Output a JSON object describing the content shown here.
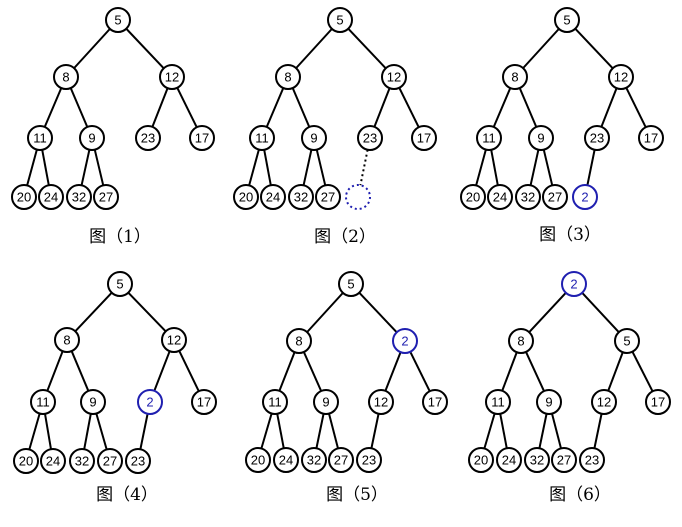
{
  "panels": [
    {
      "caption": "图（1）",
      "nodes": [
        {
          "id": "a",
          "label": "5"
        },
        {
          "id": "b",
          "label": "8"
        },
        {
          "id": "c",
          "label": "12"
        },
        {
          "id": "d",
          "label": "11"
        },
        {
          "id": "e",
          "label": "9"
        },
        {
          "id": "f",
          "label": "23"
        },
        {
          "id": "g",
          "label": "17"
        },
        {
          "id": "h",
          "label": "20"
        },
        {
          "id": "i",
          "label": "24"
        },
        {
          "id": "j",
          "label": "32"
        },
        {
          "id": "k",
          "label": "27"
        }
      ],
      "edges": [
        [
          "a",
          "b"
        ],
        [
          "a",
          "c"
        ],
        [
          "b",
          "d"
        ],
        [
          "b",
          "e"
        ],
        [
          "c",
          "f"
        ],
        [
          "c",
          "g"
        ],
        [
          "d",
          "h"
        ],
        [
          "d",
          "i"
        ],
        [
          "e",
          "j"
        ],
        [
          "e",
          "k"
        ]
      ]
    },
    {
      "caption": "图（2）",
      "nodes": [
        {
          "id": "a",
          "label": "5"
        },
        {
          "id": "b",
          "label": "8"
        },
        {
          "id": "c",
          "label": "12"
        },
        {
          "id": "d",
          "label": "11"
        },
        {
          "id": "e",
          "label": "9"
        },
        {
          "id": "f",
          "label": "23"
        },
        {
          "id": "g",
          "label": "17"
        },
        {
          "id": "h",
          "label": "20"
        },
        {
          "id": "i",
          "label": "24"
        },
        {
          "id": "j",
          "label": "32"
        },
        {
          "id": "k",
          "label": "27"
        },
        {
          "id": "l",
          "label": "",
          "style": "placeholder"
        }
      ],
      "edges": [
        [
          "a",
          "b"
        ],
        [
          "a",
          "c"
        ],
        [
          "b",
          "d"
        ],
        [
          "b",
          "e"
        ],
        [
          "c",
          "f"
        ],
        [
          "c",
          "g"
        ],
        [
          "d",
          "h"
        ],
        [
          "d",
          "i"
        ],
        [
          "e",
          "j"
        ],
        [
          "e",
          "k"
        ],
        [
          "f",
          "l",
          "dotted"
        ]
      ]
    },
    {
      "caption": "图（3）",
      "nodes": [
        {
          "id": "a",
          "label": "5"
        },
        {
          "id": "b",
          "label": "8"
        },
        {
          "id": "c",
          "label": "12"
        },
        {
          "id": "d",
          "label": "11"
        },
        {
          "id": "e",
          "label": "9"
        },
        {
          "id": "f",
          "label": "23"
        },
        {
          "id": "g",
          "label": "17"
        },
        {
          "id": "h",
          "label": "20"
        },
        {
          "id": "i",
          "label": "24"
        },
        {
          "id": "j",
          "label": "32"
        },
        {
          "id": "k",
          "label": "27"
        },
        {
          "id": "l",
          "label": "2",
          "style": "highlight"
        }
      ],
      "edges": [
        [
          "a",
          "b"
        ],
        [
          "a",
          "c"
        ],
        [
          "b",
          "d"
        ],
        [
          "b",
          "e"
        ],
        [
          "c",
          "f"
        ],
        [
          "c",
          "g"
        ],
        [
          "d",
          "h"
        ],
        [
          "d",
          "i"
        ],
        [
          "e",
          "j"
        ],
        [
          "e",
          "k"
        ],
        [
          "f",
          "l"
        ]
      ]
    },
    {
      "caption": "图（4）",
      "nodes": [
        {
          "id": "a",
          "label": "5"
        },
        {
          "id": "b",
          "label": "8"
        },
        {
          "id": "c",
          "label": "12"
        },
        {
          "id": "d",
          "label": "11"
        },
        {
          "id": "e",
          "label": "9"
        },
        {
          "id": "f",
          "label": "2",
          "style": "highlight"
        },
        {
          "id": "g",
          "label": "17"
        },
        {
          "id": "h",
          "label": "20"
        },
        {
          "id": "i",
          "label": "24"
        },
        {
          "id": "j",
          "label": "32"
        },
        {
          "id": "k",
          "label": "27"
        },
        {
          "id": "l",
          "label": "23"
        }
      ],
      "edges": [
        [
          "a",
          "b"
        ],
        [
          "a",
          "c"
        ],
        [
          "b",
          "d"
        ],
        [
          "b",
          "e"
        ],
        [
          "c",
          "f"
        ],
        [
          "c",
          "g"
        ],
        [
          "d",
          "h"
        ],
        [
          "d",
          "i"
        ],
        [
          "e",
          "j"
        ],
        [
          "e",
          "k"
        ],
        [
          "f",
          "l"
        ]
      ]
    },
    {
      "caption": "图（5）",
      "nodes": [
        {
          "id": "a",
          "label": "5"
        },
        {
          "id": "b",
          "label": "8"
        },
        {
          "id": "c",
          "label": "2",
          "style": "highlight"
        },
        {
          "id": "d",
          "label": "11"
        },
        {
          "id": "e",
          "label": "9"
        },
        {
          "id": "f",
          "label": "12"
        },
        {
          "id": "g",
          "label": "17"
        },
        {
          "id": "h",
          "label": "20"
        },
        {
          "id": "i",
          "label": "24"
        },
        {
          "id": "j",
          "label": "32"
        },
        {
          "id": "k",
          "label": "27"
        },
        {
          "id": "l",
          "label": "23"
        }
      ],
      "edges": [
        [
          "a",
          "b"
        ],
        [
          "a",
          "c"
        ],
        [
          "b",
          "d"
        ],
        [
          "b",
          "e"
        ],
        [
          "c",
          "f"
        ],
        [
          "c",
          "g"
        ],
        [
          "d",
          "h"
        ],
        [
          "d",
          "i"
        ],
        [
          "e",
          "j"
        ],
        [
          "e",
          "k"
        ],
        [
          "f",
          "l"
        ]
      ]
    },
    {
      "caption": "图（6）",
      "nodes": [
        {
          "id": "a",
          "label": "2",
          "style": "highlight"
        },
        {
          "id": "b",
          "label": "8"
        },
        {
          "id": "c",
          "label": "5"
        },
        {
          "id": "d",
          "label": "11"
        },
        {
          "id": "e",
          "label": "9"
        },
        {
          "id": "f",
          "label": "12"
        },
        {
          "id": "g",
          "label": "17"
        },
        {
          "id": "h",
          "label": "20"
        },
        {
          "id": "i",
          "label": "24"
        },
        {
          "id": "j",
          "label": "32"
        },
        {
          "id": "k",
          "label": "27"
        },
        {
          "id": "l",
          "label": "23"
        }
      ],
      "edges": [
        [
          "a",
          "b"
        ],
        [
          "a",
          "c"
        ],
        [
          "b",
          "d"
        ],
        [
          "b",
          "e"
        ],
        [
          "c",
          "f"
        ],
        [
          "c",
          "g"
        ],
        [
          "d",
          "h"
        ],
        [
          "d",
          "i"
        ],
        [
          "e",
          "j"
        ],
        [
          "e",
          "k"
        ],
        [
          "f",
          "l"
        ]
      ]
    }
  ],
  "colors": {
    "stroke": "#000000",
    "highlight": "#1f1fb0"
  }
}
